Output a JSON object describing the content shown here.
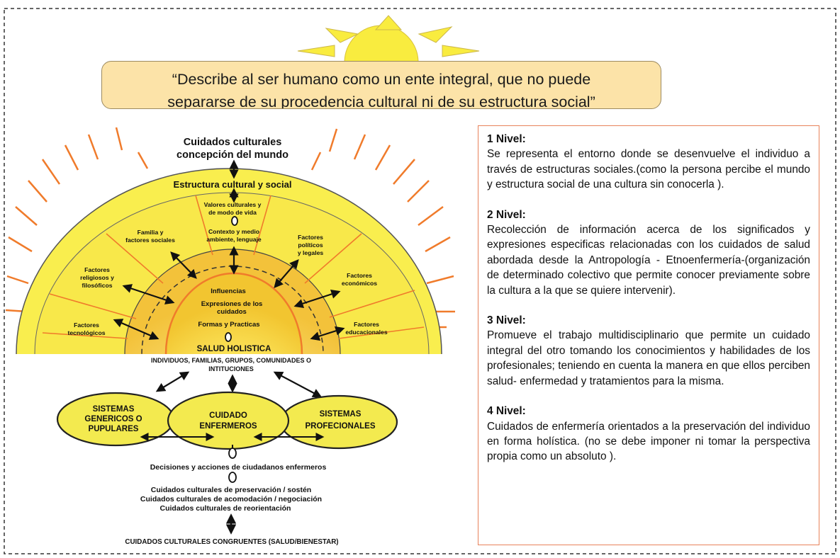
{
  "quote": {
    "line1": "“Describe al ser humano como un ente integral, que no puede",
    "line2": "separarse de su procedencia cultural ni de su estructura social”"
  },
  "sunrise": {
    "title1": "Cuidados culturales",
    "title2": "concepción del mundo",
    "outer_label": "Estructura cultural y social",
    "valores1": "Valores culturales y",
    "valores2": "de modo de vida",
    "contexto1": "Contexto y medio",
    "contexto2": "ambiente, lenguaje",
    "familia1": "Familia y",
    "familia2": "factores sociales",
    "politicos1": "Factores",
    "politicos2": "políticos",
    "politicos3": "y legales",
    "religiosos1": "Factores",
    "religiosos2": "religiosos y",
    "religiosos3": "filosóficos",
    "economicos1": "Factores",
    "economicos2": "económicos",
    "tecnologicos1": "Factores",
    "tecnologicos2": "tecnológicos",
    "educacionales1": "Factores",
    "educacionales2": "educacionales",
    "influencias": "Influencias",
    "expresiones1": "Expresiones de los",
    "expresiones2": "cuidados",
    "formas": "Formas y Practicas",
    "salud": "SALUD HOLISTICA"
  },
  "lower": {
    "individuos1": "INDIVIDUOS, FAMILIAS, GRUPOS, COMUNIDADES O",
    "individuos2": "INTITUCIONES",
    "sist_gen1": "SISTEMAS",
    "sist_gen2": "GENERICOS O",
    "sist_gen3": "PUPULARES",
    "cuidado1": "CUIDADO",
    "cuidado2": "ENFERMEROS",
    "sist_prof1": "SISTEMAS",
    "sist_prof2": "PROFECIONALES",
    "decisiones": "Decisiones y acciones de ciudadanos enfermeros",
    "preservacion": "Cuidados culturales de preservación / sostén",
    "acomodacion": "Cuidados culturales de acomodación / negociación",
    "reorientacion": "Cuidados culturales de reorientación",
    "congruentes": "CUIDADOS CULTURALES CONGRUENTES (SALUD/BIENESTAR)"
  },
  "levels": [
    {
      "title": "1 Nivel:",
      "text": "Se representa el entorno donde se desenvuelve el individuo a través de estructuras sociales.(como la persona percibe el mundo y estructura social de una cultura sin conocerla )."
    },
    {
      "title": "2 Nivel:",
      "text": "Recolección de información acerca de los significados y expresiones especificas relacionadas con los cuidados de salud abordada desde la Antropología - Etnoenfermería-(organización de determinado colectivo que permite conocer previamente sobre la cultura a la que se quiere intervenir)."
    },
    {
      "title": "3 Nivel:",
      "text": "Promueve el trabajo multidisciplinario que permite un cuidado integral del otro tomando los conocimientos y habilidades de los profesionales; teniendo en cuenta la manera en que ellos perciben salud- enfermedad y tratamientos para la misma."
    },
    {
      "title": "4 Nivel:",
      "text": "Cuidados de enfermería orientados a la preservación del individuo en forma holística. (no se debe imponer ni tomar la perspectiva propia como un absoluto )."
    }
  ],
  "colors": {
    "sun": "#f9ec3f",
    "ray": "#f07b2b",
    "quote_bg": "#fce3a8",
    "box_border": "#e8825a",
    "ellipse": "#f3ea4f"
  }
}
